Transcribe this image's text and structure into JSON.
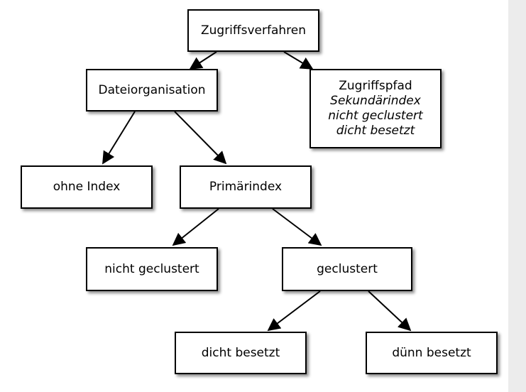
{
  "colors": {
    "stroke": "#000000",
    "box_fill": "#ffffff",
    "right_strip": "#ececec"
  },
  "diagram": {
    "nodes": {
      "root": {
        "label": "Zugriffsverfahren"
      },
      "dateiorganisation": {
        "label": "Dateiorganisation"
      },
      "zugriffspfad": {
        "lines": [
          "Zugriffspfad",
          "Sekundärindex",
          "nicht geclustert",
          "dicht besetzt"
        ]
      },
      "ohne_index": {
        "label": "ohne Index"
      },
      "primaerindex": {
        "label": "Primärindex"
      },
      "nicht_geclustert": {
        "label": "nicht geclustert"
      },
      "geclustert": {
        "label": "geclustert"
      },
      "dicht_besetzt": {
        "label": "dicht besetzt"
      },
      "duenn_besetzt": {
        "label": "dünn besetzt"
      }
    },
    "edges": [
      [
        "root",
        "dateiorganisation"
      ],
      [
        "root",
        "zugriffspfad"
      ],
      [
        "dateiorganisation",
        "ohne_index"
      ],
      [
        "dateiorganisation",
        "primaerindex"
      ],
      [
        "primaerindex",
        "nicht_geclustert"
      ],
      [
        "primaerindex",
        "geclustert"
      ],
      [
        "geclustert",
        "dicht_besetzt"
      ],
      [
        "geclustert",
        "duenn_besetzt"
      ]
    ]
  }
}
